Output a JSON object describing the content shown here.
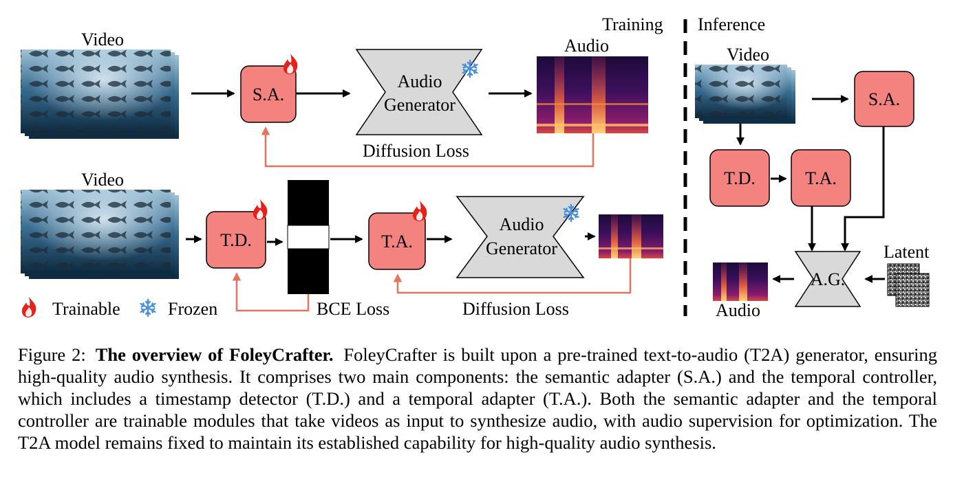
{
  "figure": {
    "mode_labels": {
      "training": "Training",
      "inference": "Inference"
    },
    "training_top": {
      "video_label": "Video",
      "adapter_label": "S.A.",
      "generator_label_line1": "Audio",
      "generator_label_line2": "Generator",
      "audio_label": "Audio",
      "loss_label": "Diffusion Loss"
    },
    "training_bottom": {
      "video_label": "Video",
      "detector_label": "T.D.",
      "temporal_adapter_label": "T.A.",
      "generator_label_line1": "Audio",
      "generator_label_line2": "Generator",
      "bce_loss_label": "BCE Loss",
      "loss_label": "Diffusion Loss"
    },
    "legend": {
      "trainable_label": "Trainable",
      "frozen_label": "Frozen"
    },
    "inference": {
      "video_label": "Video",
      "adapter_label": "S.A.",
      "detector_label": "T.D.",
      "temporal_adapter_label": "T.A.",
      "generator_label": "A.G.",
      "latent_label": "Latent",
      "audio_label": "Audio"
    },
    "colors": {
      "module_fill": "#f4837f",
      "generator_fill": "#d9d9d9",
      "loss_arrow": "#e8735c",
      "flame": "#e8201a",
      "snowflake": "#4a90d9"
    }
  },
  "caption": {
    "figure_label": "Figure 2:",
    "title": "The overview of FoleyCrafter.",
    "body": "FoleyCrafter is built upon a pre-trained text-to-audio (T2A) generator, ensuring high-quality audio synthesis. It comprises two main components: the semantic adapter (S.A.) and the temporal controller, which includes a timestamp detector (T.D.) and a temporal adapter (T.A.). Both the semantic adapter and the temporal controller are trainable modules that take videos as input to synthesize audio, with audio supervision for optimization. The T2A model remains fixed to maintain its established capability for high-quality audio synthesis."
  }
}
